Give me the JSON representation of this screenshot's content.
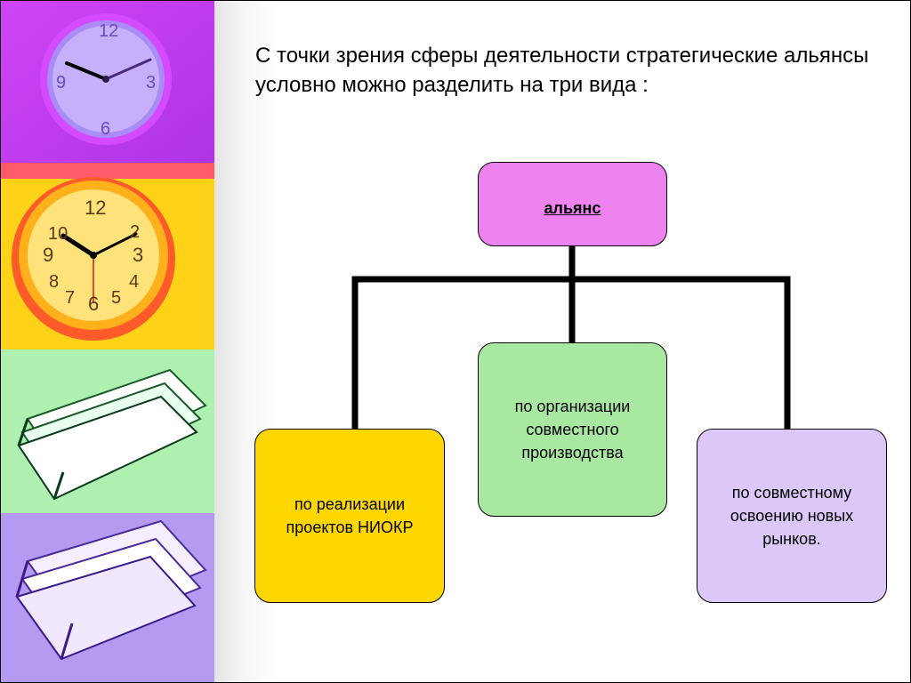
{
  "title": "С точки зрения сферы деятельности стратегические альянсы условно можно разделить на три вида :",
  "diagram": {
    "root": {
      "label": "альянс",
      "color": "#ee82ee"
    },
    "children": [
      {
        "id": "left",
        "label": "по реализации проектов НИОКР",
        "color": "#ffd700"
      },
      {
        "id": "center",
        "label": "по организации совместного производства",
        "color": "#a8e8a0"
      },
      {
        "id": "right",
        "label": "по совместному освоению новых рынков.",
        "color": "#dcc8f8"
      }
    ]
  },
  "decoration": {
    "panels": [
      {
        "name": "purple-clock-panel",
        "color": "#c040f0"
      },
      {
        "name": "orange-clock-panel",
        "color": "#ffd21a"
      },
      {
        "name": "green-papers-panel",
        "color": "#aef0b0"
      },
      {
        "name": "lavender-papers-panel",
        "color": "#b49af0"
      }
    ]
  }
}
